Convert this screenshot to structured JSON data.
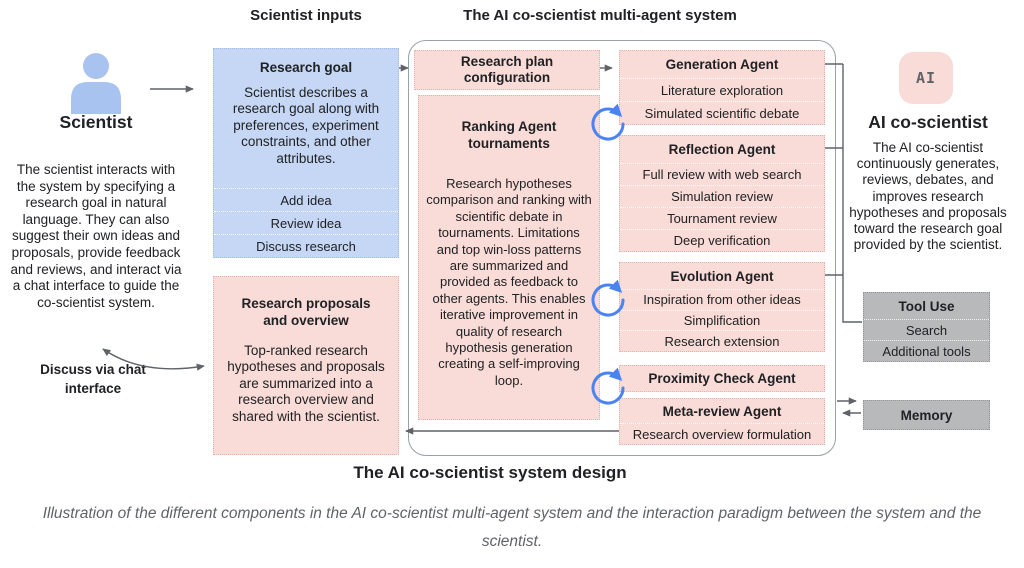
{
  "left": {
    "title": "Scientist",
    "description": "The scientist interacts with the system by specifying a research goal in natural language. They can also suggest their own ideas and proposals, provide feedback and reviews, and interact via a chat interface to guide the co-scientist system.",
    "chat_label": "Discuss via chat interface"
  },
  "inputs": {
    "header": "Scientist inputs",
    "research_goal": {
      "title": "Research goal",
      "description": "Scientist describes a research goal along with preferences, experiment constraints, and other attributes.",
      "actions": [
        "Add idea",
        "Review idea",
        "Discuss research"
      ]
    },
    "proposals": {
      "title": "Research proposals and overview",
      "description": "Top-ranked research hypotheses and proposals are summarized into a research overview and shared with the scientist."
    }
  },
  "system": {
    "header": "The AI co-scientist multi-agent system",
    "research_plan_label": "Research plan configuration",
    "ranking": {
      "title": "Ranking Agent tournaments",
      "description": "Research hypotheses comparison and ranking with scientific debate in tournaments. Limitations and top win-loss patterns are summarized and provided as feedback to other agents. This enables iterative improvement in quality of research hypothesis generation creating a self-improving loop."
    },
    "agents": [
      {
        "name": "Generation Agent",
        "items": [
          "Literature exploration",
          "Simulated scientific debate"
        ]
      },
      {
        "name": "Reflection Agent",
        "items": [
          "Full review with web search",
          "Simulation review",
          "Tournament review",
          "Deep verification"
        ]
      },
      {
        "name": "Evolution Agent",
        "items": [
          "Inspiration from other ideas",
          "Simplification",
          "Research extension"
        ]
      },
      {
        "name": "Proximity Check Agent",
        "items": []
      },
      {
        "name": "Meta-review Agent",
        "items": [
          "Research overview formulation"
        ]
      }
    ]
  },
  "right": {
    "ai_badge": "AI",
    "title": "AI co-scientist",
    "description": "The AI co-scientist continuously generates, reviews, debates, and improves research hypotheses and proposals toward the research goal provided by the scientist.",
    "tool_use": {
      "title": "Tool Use",
      "items": [
        "Search",
        "Additional tools"
      ]
    },
    "memory_label": "Memory"
  },
  "footer": {
    "diagram_title": "The AI co-scientist system design",
    "caption": "Illustration of the different components in the AI co-scientist multi-agent system and the interaction paradigm between the system and the scientist."
  },
  "colors": {
    "accent_blue": "#4c83f2",
    "box_blue": "#c5d7f4",
    "box_pink": "#f9dcd7",
    "box_gray": "#b7b9ba",
    "person_icon": "#a9c3f0",
    "arrow": "#5f6368",
    "text": "#202124",
    "caption": "#5f6368"
  }
}
